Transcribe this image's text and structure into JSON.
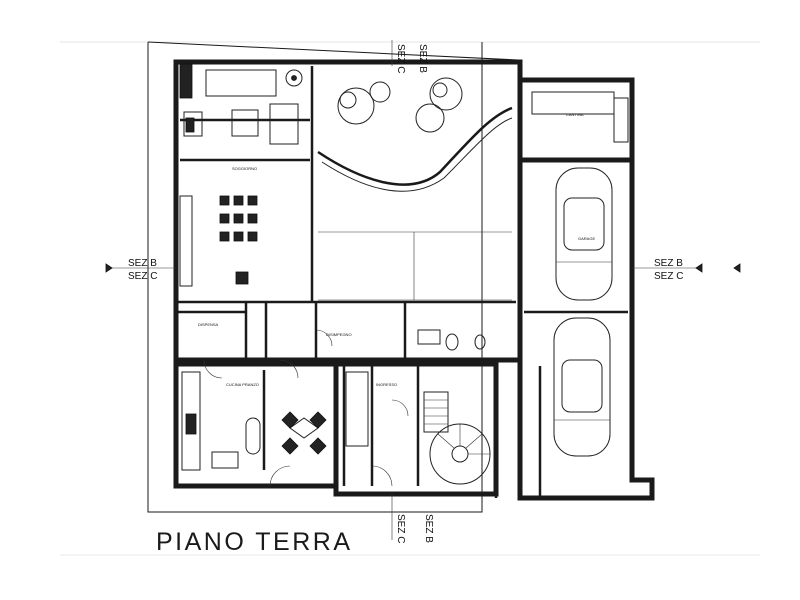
{
  "drawing": {
    "title": "PIANO TERRA",
    "section_marks": {
      "sez_b": "SEZ B",
      "sez_c": "SEZ C"
    },
    "rooms": {
      "soggiorno": "SOGGIORNO",
      "garage": "GARAGE",
      "cantina": "CANTINA",
      "cucina": "CUCINA PRANZO",
      "dispensa": "DISPENSA",
      "ingresso": "INGRESSO",
      "disimpegno": "DISIMPEGNO"
    },
    "colors": {
      "line": "#1a1a1a",
      "background": "#ffffff"
    }
  }
}
